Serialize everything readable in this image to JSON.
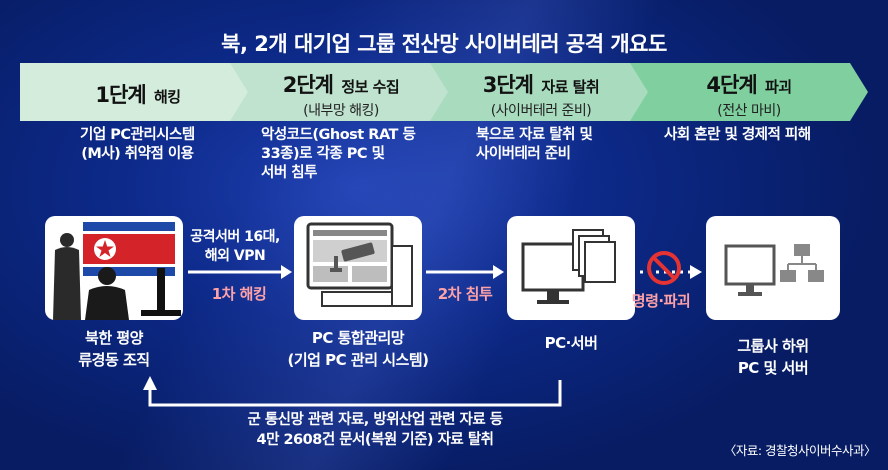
{
  "title": "북, 2개 대기업 그룹 전산망 사이버테러 공격 개요도",
  "stages": [
    {
      "num": "1단계",
      "name": "해킹",
      "paren": "",
      "desc": [
        "기업 PC관리시스템",
        "(M사) 취약점 이용"
      ]
    },
    {
      "num": "2단계",
      "name": "정보 수집",
      "paren": "(내부망 해킹)",
      "desc": [
        "악성코드(Ghost RAT 등",
        "33종)로 각종 PC 및",
        "서버 침투"
      ]
    },
    {
      "num": "3단계",
      "name": "자료 탈취",
      "paren": "(사이버테러 준비)",
      "desc": [
        "북으로 자료 탈취 및",
        "사이버테러 준비"
      ]
    },
    {
      "num": "4단계",
      "name": "파괴",
      "paren": "(전산 마비)",
      "desc": [
        "사회 혼란 및 경제적 피해"
      ]
    }
  ],
  "nodes": {
    "north": [
      "북한 평양",
      "류경동 조직"
    ],
    "pcmgmt": [
      "PC 통합관리망",
      "(기업 PC 관리 시스템)"
    ],
    "pcserver": [
      "PC·서버"
    ],
    "group": [
      "그룹사  하위",
      "PC 및 서버"
    ]
  },
  "arrows": {
    "attack_info": [
      "공격서버 16대,",
      "해외 VPN"
    ],
    "hack1": "1차 해킹",
    "hack2": "2차 침투",
    "cmd": "명령·파괴"
  },
  "return_text": [
    "군 통신망 관련 자료, 방위산업 관련 자료 등",
    "4만 2608건 문서(복원 기준) 자료 탈취"
  ],
  "source": "〈자료: 경찰청사이버수사과〉",
  "colors": {
    "stage1": "#d3ecdc",
    "stage2": "#bfe3cf",
    "stage3": "#a9dbbf",
    "stage4": "#7fcf9f",
    "accent": "#ffa2a8"
  }
}
